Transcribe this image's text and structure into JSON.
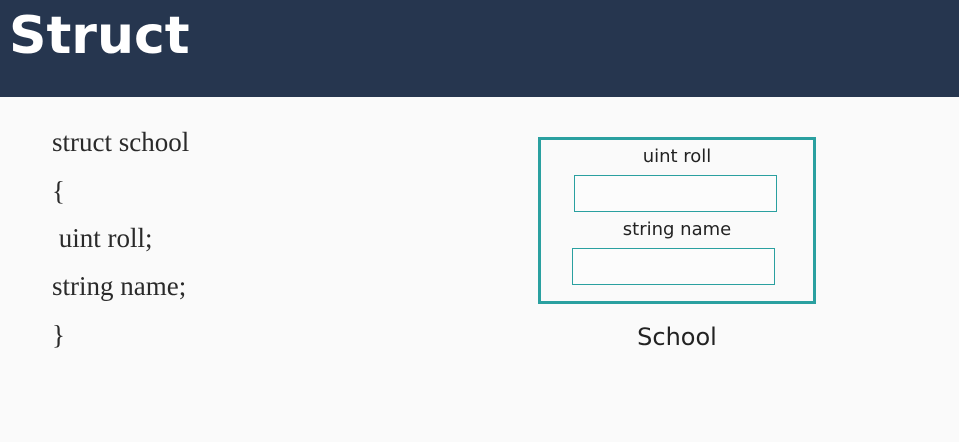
{
  "header": {
    "title": "Struct"
  },
  "code": {
    "lines": [
      "struct school",
      "{",
      " uint roll;",
      "string name;",
      "}"
    ]
  },
  "diagram": {
    "fields": [
      {
        "label": "uint roll"
      },
      {
        "label": "string name"
      }
    ],
    "caption": "School"
  },
  "colors": {
    "header_bg": "#26364f",
    "accent": "#2aa0a0",
    "background": "#fafafa"
  }
}
